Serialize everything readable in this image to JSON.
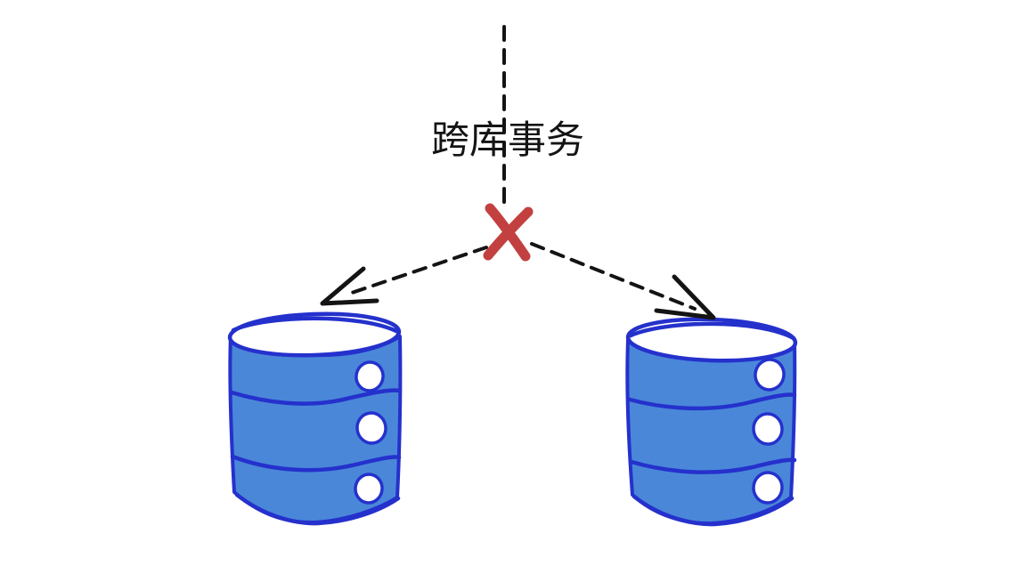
{
  "diagram": {
    "label": "跨库事务",
    "colors": {
      "background": "#ffffff",
      "line": "#141414",
      "x_mark": "#c24140",
      "db_fill": "#4a87d9",
      "db_stroke": "#2531cc",
      "db_top_fill": "#ffffff"
    },
    "elements": {
      "connector_top": "vertical dashed line",
      "blocked_marker": "red x mark",
      "arrow_left": "dashed arrow to left database",
      "arrow_right": "dashed arrow to right database"
    },
    "databases": [
      {
        "id": "left",
        "type": "database-cylinder",
        "segments": 3
      },
      {
        "id": "right",
        "type": "database-cylinder",
        "segments": 3
      }
    ]
  }
}
